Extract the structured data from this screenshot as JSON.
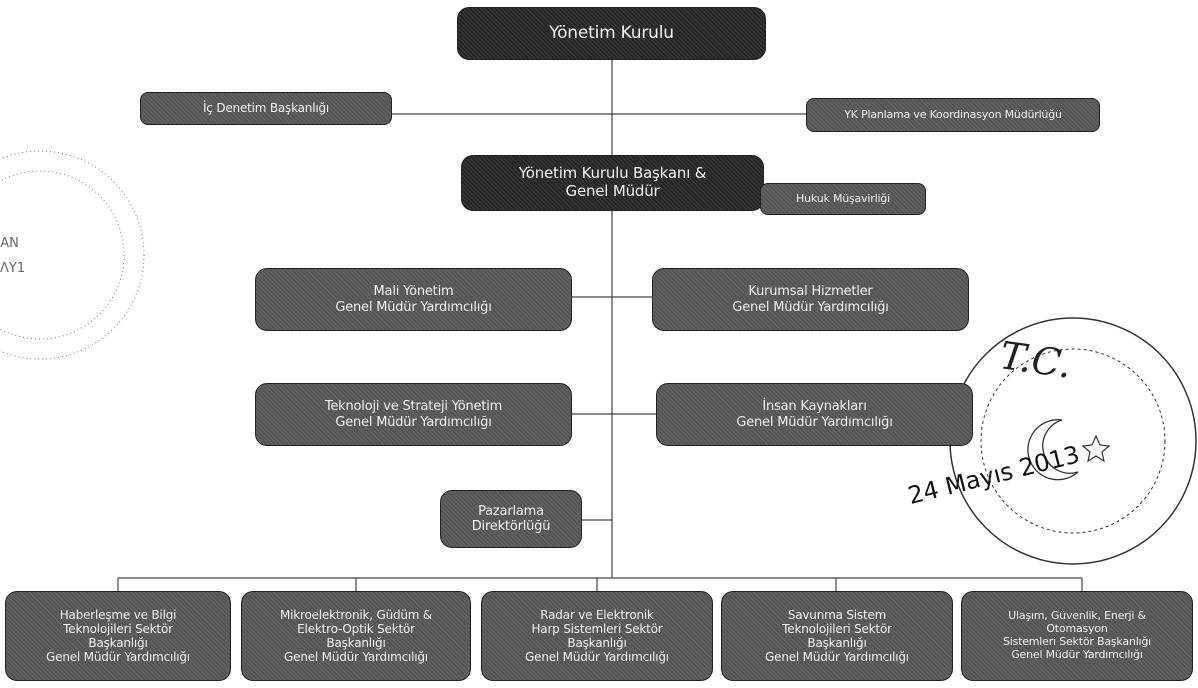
{
  "org_chart": {
    "board": [
      "Yönetim Kurulu"
    ],
    "internal_audit": [
      "İç Denetim Başkanlığı"
    ],
    "board_planning": [
      "YK Planlama ve Koordinasyon Müdürlüğü"
    ],
    "chairman_gm": [
      "Yönetim Kurulu Başkanı &",
      "Genel Müdür"
    ],
    "legal_advisor": [
      "Hukuk Müşavirliği"
    ],
    "financial_mgmt": [
      "Mali Yönetim",
      "Genel Müdür Yardımcılığı"
    ],
    "corporate_services": [
      "Kurumsal Hizmetler",
      "Genel Müdür Yardımcılığı"
    ],
    "technology_strategy": [
      "Teknoloji ve Strateji Yönetim",
      "Genel Müdür Yardımcılığı"
    ],
    "human_resources": [
      "İnsan Kaynakları",
      "Genel Müdür Yardımcılığı"
    ],
    "marketing": [
      "Pazarlama",
      "Direktörlüğü"
    ],
    "sectors": [
      [
        "Haberleşme ve Bilgi",
        "Teknolojileri Sektör",
        "Başkanlığı",
        "Genel Müdür Yardımcılığı"
      ],
      [
        "Mikroelektronik, Güdüm &",
        "Elektro-Optik Sektör",
        "Başkanlığı",
        "Genel Müdür Yardımcılığı"
      ],
      [
        "Radar ve Elektronik",
        "Harp Sistemleri Sektör",
        "Başkanlığı",
        "Genel Müdür Yardımcılığı"
      ],
      [
        "Savunma Sistem",
        "Teknolojileri Sektör",
        "Başkanlığı",
        "Genel Müdür Yardımcılığı"
      ],
      [
        "Ulaşım, Güvenlik, Enerji &",
        "Otomasyon",
        "Sistemleri Sektör Başkanlığı",
        "Genel Müdür Yardımcılığı"
      ]
    ]
  },
  "stamp": {
    "seal_text": "T.C.",
    "date_handwritten": "24 Mayıs 2013"
  },
  "colors": {
    "box_dark": "#262626",
    "box_mid": "#4d4d4d",
    "line": "#444444"
  }
}
